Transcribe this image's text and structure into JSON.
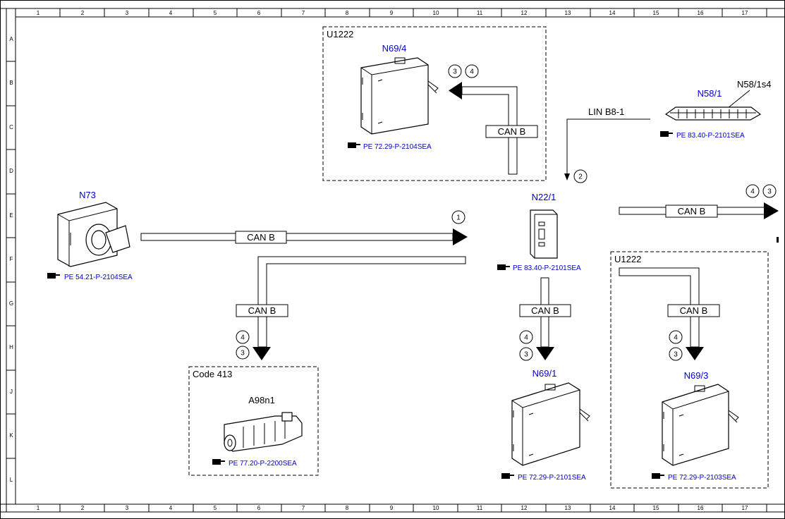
{
  "grid": {
    "columns": [
      "1",
      "2",
      "3",
      "4",
      "5",
      "6",
      "7",
      "8",
      "9",
      "10",
      "11",
      "12",
      "13",
      "14",
      "15",
      "16",
      "17"
    ],
    "rows": [
      "A",
      "B",
      "C",
      "D",
      "E",
      "F",
      "G",
      "H",
      "J",
      "K",
      "L"
    ]
  },
  "groups": {
    "u1222_top": "U1222",
    "code413": "Code 413",
    "u1222_right": "U1222"
  },
  "components": {
    "n69_4": {
      "title": "N69/4",
      "ref": "PE 72.29-P-2104SEA"
    },
    "n58_1": {
      "title": "N58/1",
      "sub": "N58/1s4",
      "ref": "PE 83.40-P-2101SEA"
    },
    "n73": {
      "title": "N73",
      "ref": "PE 54.21-P-2104SEA"
    },
    "n22_1": {
      "title": "N22/1",
      "ref": "PE 83.40-P-2101SEA"
    },
    "a98n1": {
      "title": "A98n1",
      "ref": "PE 77.20-P-2200SEA"
    },
    "n69_1": {
      "title": "N69/1",
      "ref": "PE 72.29-P-2101SEA"
    },
    "n69_3": {
      "title": "N69/3",
      "ref": "PE 72.29-P-2103SEA"
    }
  },
  "buses": {
    "can": "CAN B",
    "lin": "LIN B8-1"
  },
  "markers": {
    "m1": "1",
    "m2": "2",
    "m3": "3",
    "m4": "4"
  },
  "ref_icon": "pointing-hand-icon"
}
